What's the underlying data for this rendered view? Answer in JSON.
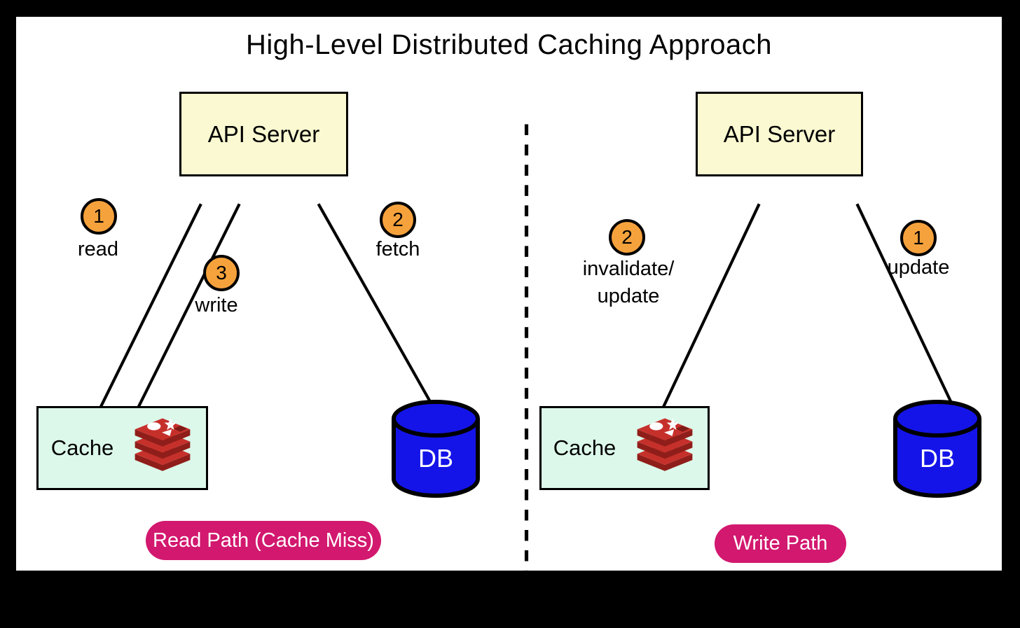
{
  "title": "High-Level Distributed Caching Approach",
  "left": {
    "api_server_label": "API Server",
    "step_read_num": "1",
    "step_read_label": "read",
    "step_fetch_num": "2",
    "step_fetch_label": "fetch",
    "step_write_num": "3",
    "step_write_label": "write",
    "cache_label": "Cache",
    "db_label": "DB",
    "path_badge_label": "Read Path (Cache Miss)"
  },
  "right": {
    "api_server_label": "API Server",
    "step_invalidate_num": "2",
    "step_invalidate_label_line1": "invalidate/",
    "step_invalidate_label_line2": "update",
    "step_update_num": "1",
    "step_update_label": "update",
    "cache_label": "Cache",
    "db_label": "DB",
    "path_badge_label": "Write Path"
  },
  "icons": {
    "cache_icon": "redis-icon",
    "db_icon": "database-cylinder-icon"
  },
  "colors": {
    "api_server_fill": "#FBF9D1",
    "cache_fill": "#DCF8EA",
    "db_fill": "#1414E8",
    "step_circle_fill": "#F6A23C",
    "path_badge_fill": "#D2186F",
    "frame": "#000000"
  }
}
